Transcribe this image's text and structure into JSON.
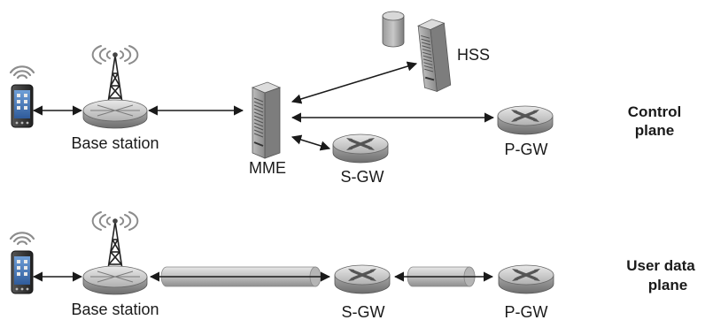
{
  "diagram": {
    "control_plane": {
      "label_line1": "Control",
      "label_line2": "plane",
      "nodes": {
        "phone": {
          "icon": "smartphone-icon"
        },
        "base_station": {
          "label": "Base station",
          "icon": "base-station-icon"
        },
        "mme": {
          "label": "MME",
          "icon": "server-icon"
        },
        "hss": {
          "label": "HSS",
          "icon": "server-with-database-icon"
        },
        "sgw": {
          "label": "S-GW",
          "icon": "router-icon"
        },
        "pgw": {
          "label": "P-GW",
          "icon": "router-icon"
        }
      },
      "links": [
        {
          "from": "phone",
          "to": "base_station",
          "type": "bidirectional-arrow"
        },
        {
          "from": "base_station",
          "to": "mme",
          "type": "bidirectional-arrow"
        },
        {
          "from": "mme",
          "to": "hss",
          "type": "bidirectional-arrow"
        },
        {
          "from": "mme",
          "to": "pgw",
          "type": "bidirectional-arrow"
        },
        {
          "from": "mme",
          "to": "sgw",
          "type": "bidirectional-arrow"
        }
      ]
    },
    "user_plane": {
      "label_line1": "User data",
      "label_line2": "plane",
      "nodes": {
        "phone": {
          "icon": "smartphone-icon"
        },
        "base_station": {
          "label": "Base station",
          "icon": "base-station-icon"
        },
        "sgw": {
          "label": "S-GW",
          "icon": "router-icon"
        },
        "pgw": {
          "label": "P-GW",
          "icon": "router-icon"
        }
      },
      "links": [
        {
          "from": "phone",
          "to": "base_station",
          "type": "bidirectional-arrow"
        },
        {
          "from": "base_station",
          "to": "sgw",
          "type": "tunnel"
        },
        {
          "from": "sgw",
          "to": "pgw",
          "type": "tunnel"
        }
      ]
    },
    "colors": {
      "line": "#1a1a1a",
      "device_gray": "#b9b9b9",
      "tunnel_gray": "#c9c9c9",
      "server_gray": "#a6a6a6",
      "screen_blue": "#3a6fb5"
    }
  }
}
